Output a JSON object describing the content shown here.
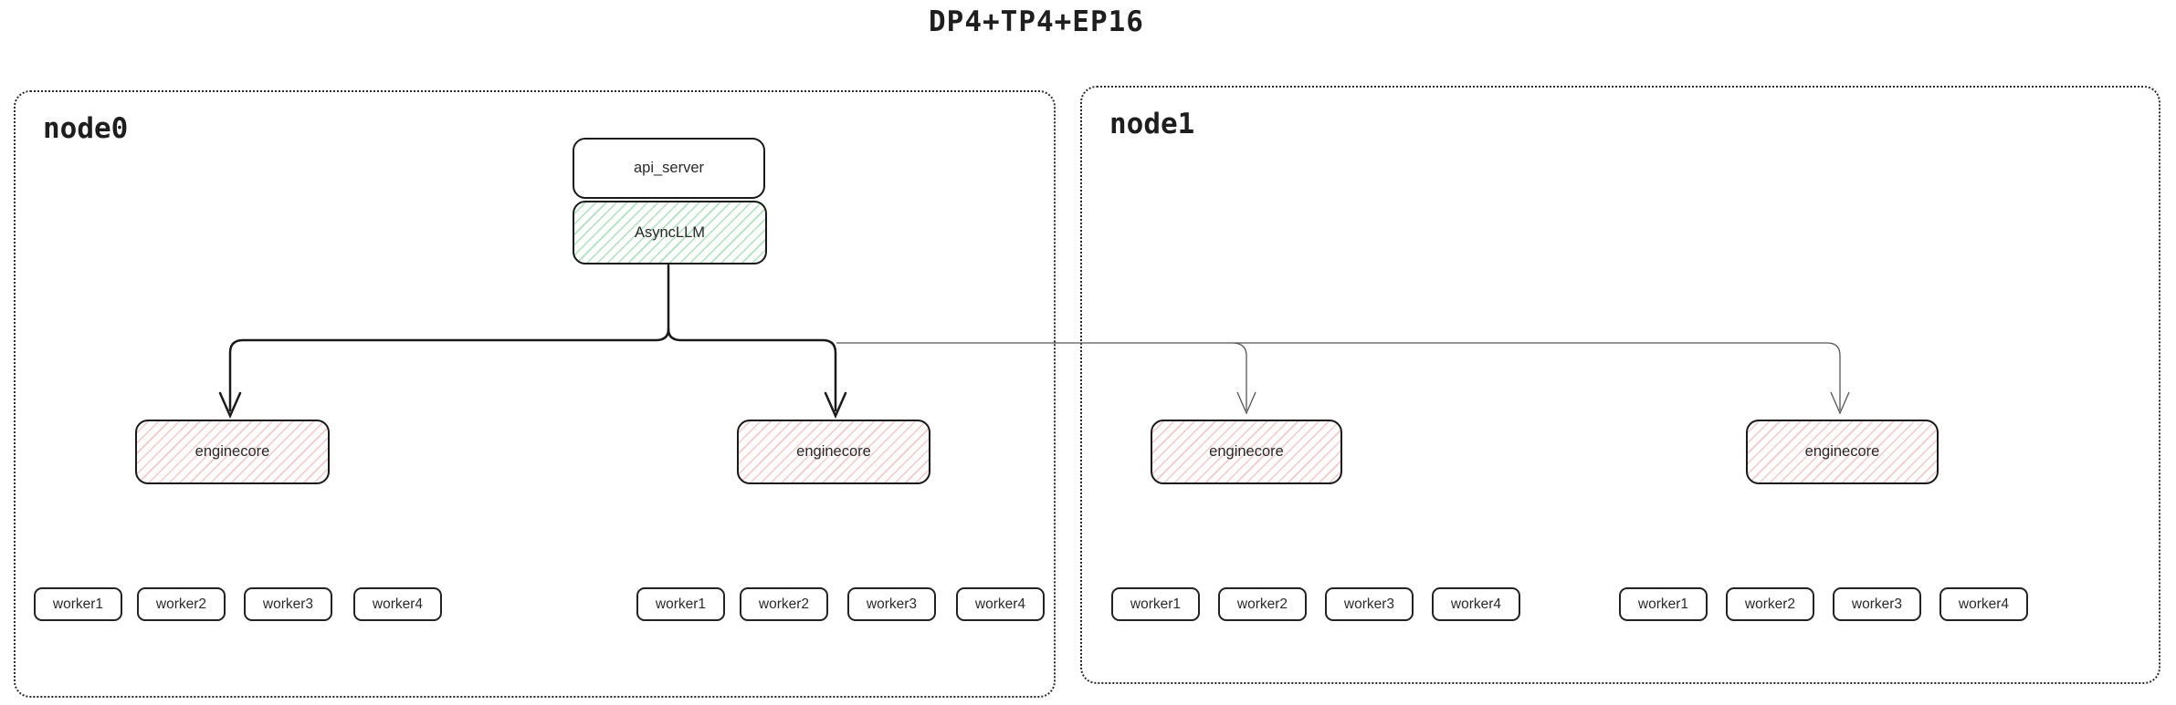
{
  "title": "DP4+TP4+EP16",
  "colors": {
    "box_border": "#1a1a1a",
    "node_border": "#2a2a2a",
    "async_llm_hatch": "#6ec88c",
    "enginecore_hatch": "#e89696",
    "bold_wire": "#1a1a1a",
    "thin_wire": "#555555"
  },
  "node0": {
    "label": "node0",
    "api_server_label": "api_server",
    "async_llm_label": "AsyncLLM",
    "enginecores": [
      {
        "label": "enginecore"
      },
      {
        "label": "enginecore"
      }
    ],
    "worker_groups": [
      [
        "worker1",
        "worker2",
        "worker3",
        "worker4"
      ],
      [
        "worker1",
        "worker2",
        "worker3",
        "worker4"
      ]
    ]
  },
  "node1": {
    "label": "node1",
    "enginecores": [
      {
        "label": "enginecore"
      },
      {
        "label": "enginecore"
      }
    ],
    "worker_groups": [
      [
        "worker1",
        "worker2",
        "worker3",
        "worker4"
      ],
      [
        "worker1",
        "worker2",
        "worker3",
        "worker4"
      ]
    ]
  }
}
